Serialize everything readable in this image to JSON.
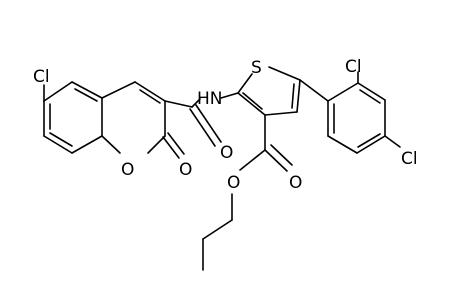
{
  "atoms": {
    "cl_chromene": "Cl",
    "nh": "HN",
    "s": "S",
    "cl_phenyl_ortho": "Cl",
    "cl_phenyl_para": "Cl",
    "o_amide": "O",
    "o_ring": "O",
    "o_lactone_carbonyl": "O",
    "o_ester_carbonyl": "O",
    "o_ester_alkoxy": "O"
  },
  "colors": {
    "bond": "#000000",
    "label": "#000000",
    "background": "#ffffff"
  }
}
